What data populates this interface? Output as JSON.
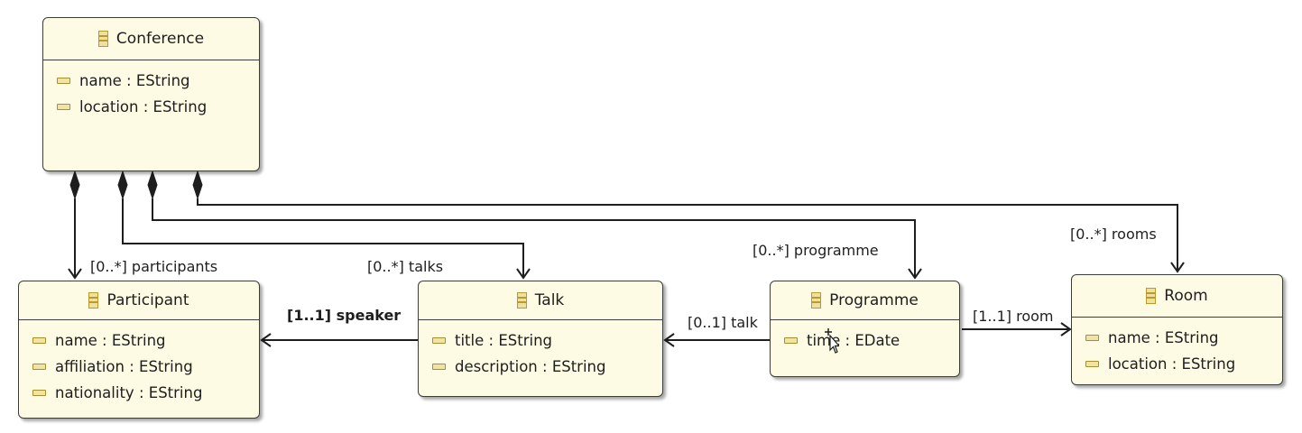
{
  "classes": {
    "conference": {
      "name": "Conference",
      "attributes": [
        {
          "name": "name",
          "type": "EString"
        },
        {
          "name": "location",
          "type": "EString"
        }
      ]
    },
    "participant": {
      "name": "Participant",
      "attributes": [
        {
          "name": "name",
          "type": "EString"
        },
        {
          "name": "affiliation",
          "type": "EString"
        },
        {
          "name": "nationality",
          "type": "EString"
        }
      ]
    },
    "talk": {
      "name": "Talk",
      "attributes": [
        {
          "name": "title",
          "type": "EString"
        },
        {
          "name": "description",
          "type": "EString"
        }
      ]
    },
    "programme": {
      "name": "Programme",
      "attributes": [
        {
          "name": "time",
          "type": "EDate"
        }
      ]
    },
    "room": {
      "name": "Room",
      "attributes": [
        {
          "name": "name",
          "type": "EString"
        },
        {
          "name": "location",
          "type": "EString"
        }
      ]
    }
  },
  "references": {
    "participants": "[0..*] participants",
    "talks": "[0..*] talks",
    "programme": "[0..*] programme",
    "rooms": "[0..*] rooms",
    "speaker": "[1..1] speaker",
    "talk": "[0..1] talk",
    "room": "[1..1] room"
  },
  "colors": {
    "box_fill": "#fdfbe3",
    "border": "#3c3c3c",
    "edge": "#1e1e1e",
    "icon": "#b89a2e"
  }
}
